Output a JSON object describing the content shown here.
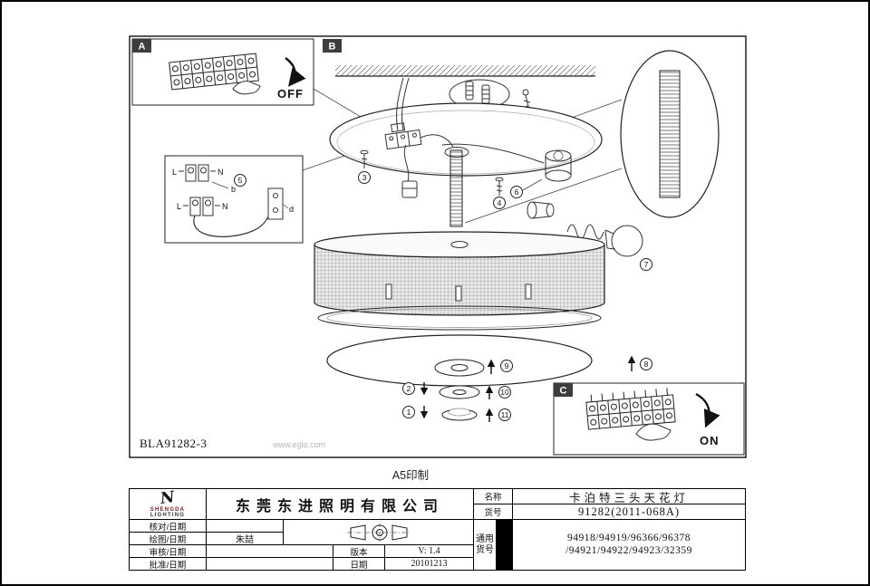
{
  "drawing": {
    "panel_a": "A",
    "panel_b": "B",
    "panel_c": "C",
    "off": "OFF",
    "on": "ON",
    "doc_number": "BLA91282-3",
    "website": "www.eglo.com",
    "wiring": {
      "l1": "L",
      "n1": "N",
      "l2": "L",
      "n2": "N",
      "b": "b",
      "d": "d"
    },
    "callouts": [
      "1",
      "2",
      "3",
      "4",
      "5",
      "6",
      "7",
      "8",
      "9",
      "10",
      "11"
    ]
  },
  "print_note": "A5印制",
  "title_block": {
    "logo": {
      "mark": "N",
      "line1": "SHENGDA",
      "line2": "LIGHTING"
    },
    "company": "东莞东进照明有限公司",
    "left": {
      "check_label": "核对/日期",
      "draw_label": "绘图/日期",
      "draw_value": "朱喆",
      "review_label": "审核/日期",
      "approve_label": "批准/日期",
      "version_label": "版本",
      "version_value": "V: 1.4",
      "date_label": "日期",
      "date_value": "20101213"
    },
    "right": {
      "name_label": "名称",
      "name_value": "卡泊特三头天花灯",
      "item_label": "货号",
      "item_value": "91282(2011-068A)",
      "common_label": "通用货号",
      "common_value_line1": "94918/94919/96366/96378",
      "common_value_line2": "/94921/94922/94923/32359"
    }
  }
}
